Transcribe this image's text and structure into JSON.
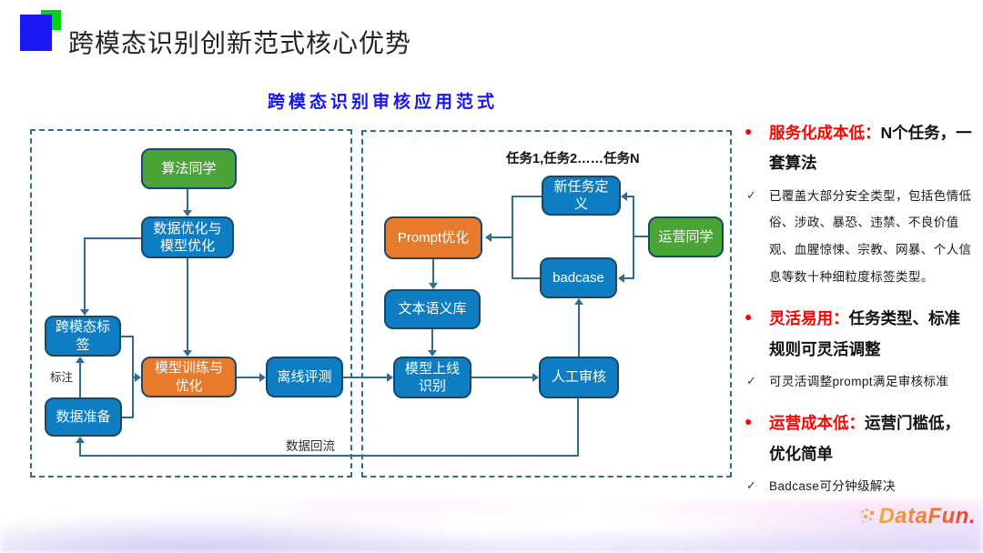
{
  "header": {
    "title": "跨模态识别创新范式核心优势"
  },
  "diagram": {
    "subtitle": "跨模态识别审核应用范式",
    "tasks_caption": "任务1,任务2……任务N",
    "nodes": {
      "suanfa": "算法同学",
      "shuju_youhua": "数据优化与\n模型优化",
      "kua_motai": "跨模态标\n签",
      "shuju_zhunbei": "数据准备",
      "moxing_xunlian": "模型训练与\n优化",
      "lixian_pingce": "离线评测",
      "xin_renwu": "新任务定\n义",
      "prompt_youhua": "Prompt优化",
      "yunying": "运营同学",
      "badcase": "badcase",
      "wenben_yuyiku": "文本语义库",
      "moxing_shangxian": "模型上线\n识别",
      "rengong_shenhe": "人工审核"
    },
    "edge_labels": {
      "biaozhu": "标注",
      "shuju_huiliu": "数据回流"
    }
  },
  "sidebar": {
    "bullet_glyph": "●",
    "check_glyph": "✓",
    "items": [
      {
        "title_red": "服务化成本低：",
        "title_black": "N个任务，一套算法",
        "check": "已覆盖大部分安全类型，包括色情低俗、涉政、暴恐、违禁、不良价值观、血腥惊悚、宗教、网暴、个人信息等数十种细粒度标签类型。"
      },
      {
        "title_red": "灵活易用：",
        "title_black": "任务类型、标准规则可灵活调整",
        "check": "可灵活调整prompt满足审核标准"
      },
      {
        "title_red": "运营成本低：",
        "title_black": "运营门槛低，优化简单",
        "check": "Badcase可分钟级解决"
      }
    ]
  },
  "footer": {
    "brand": "DataFun."
  },
  "colors": {
    "node_blue": "#0f7dc2",
    "node_green": "#4aa437",
    "node_orange": "#e87a2d",
    "node_border": "#16486c",
    "connector": "#2e6e91",
    "accent_red": "#fe0000",
    "subtitle_blue": "#1515ee",
    "logo_blue": "#1b17f2",
    "logo_green": "#00d40a"
  }
}
